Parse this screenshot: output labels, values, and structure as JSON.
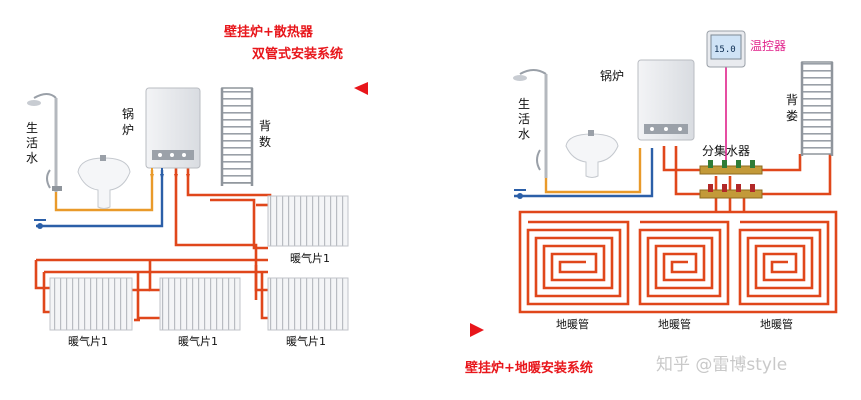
{
  "left": {
    "title_line1": "壁挂炉+散热器",
    "title_line2": "双管式安装系统",
    "domestic_water": [
      "生",
      "活",
      "水"
    ],
    "boiler": [
      "锅",
      "炉"
    ],
    "towel_rack": [
      "背",
      "数"
    ],
    "radiator_top_right": "暖气片1",
    "radiator_bottom_left": "暖气片1",
    "radiator_bottom_mid": "暖气片1",
    "radiator_bottom_right": "暖气片1"
  },
  "right": {
    "domestic_water": [
      "生",
      "活",
      "水"
    ],
    "boiler": "锅炉",
    "thermostat": "温控器",
    "thermostat_display": "15.0",
    "manifold": "分集水器",
    "towel_rack": [
      "背",
      "娄"
    ],
    "floor_loops": [
      "地暖管",
      "地暖管",
      "地暖管"
    ],
    "title": "壁挂炉+地暖安装系统"
  },
  "watermark": "知乎 @雷博style",
  "colors": {
    "red": "#e8161b",
    "hot_pipe": "#e0471b",
    "warm_pipe": "#e99a2a",
    "cold_pipe": "#2b5fa8",
    "control_wire": "#e0208a"
  }
}
